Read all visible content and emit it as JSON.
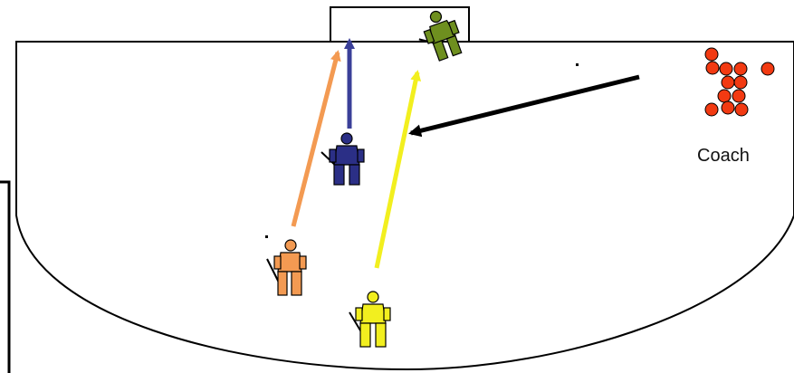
{
  "labels": {
    "coach": "Coach"
  },
  "colors": {
    "outline": "#000000",
    "green_player": "#6e8f1f",
    "blue_player": "#2b2f86",
    "orange_player": "#f39a52",
    "yellow_player": "#f2ef1f",
    "orange_arrow": "#f39a52",
    "blue_arrow": "#3a3f98",
    "yellow_arrow": "#f2ef1f",
    "black_arrow": "#000000",
    "balls": "#f23a12"
  },
  "players": [
    {
      "id": "green",
      "name": "green-goalkeeper",
      "color": "#6e8f1f"
    },
    {
      "id": "blue",
      "name": "blue-player",
      "color": "#2b2f86"
    },
    {
      "id": "orange",
      "name": "orange-player",
      "color": "#f39a52"
    },
    {
      "id": "yellow",
      "name": "yellow-player",
      "color": "#f2ef1f"
    }
  ]
}
